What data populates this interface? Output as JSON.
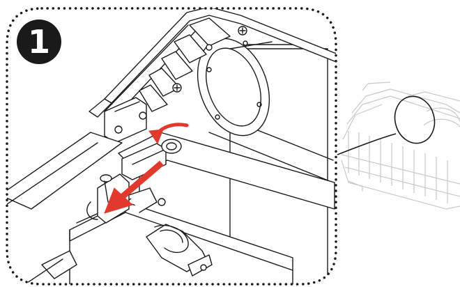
{
  "instruction": {
    "step_number": "1"
  },
  "illustration": {
    "subject": "printer-roller-mechanism",
    "detail_callout": "roller-overview",
    "arrow_color": "#e03a2f",
    "line_color": "#1a1a1a",
    "ghost_line_color": "#c8c8c8",
    "frame_style": "dotted"
  }
}
